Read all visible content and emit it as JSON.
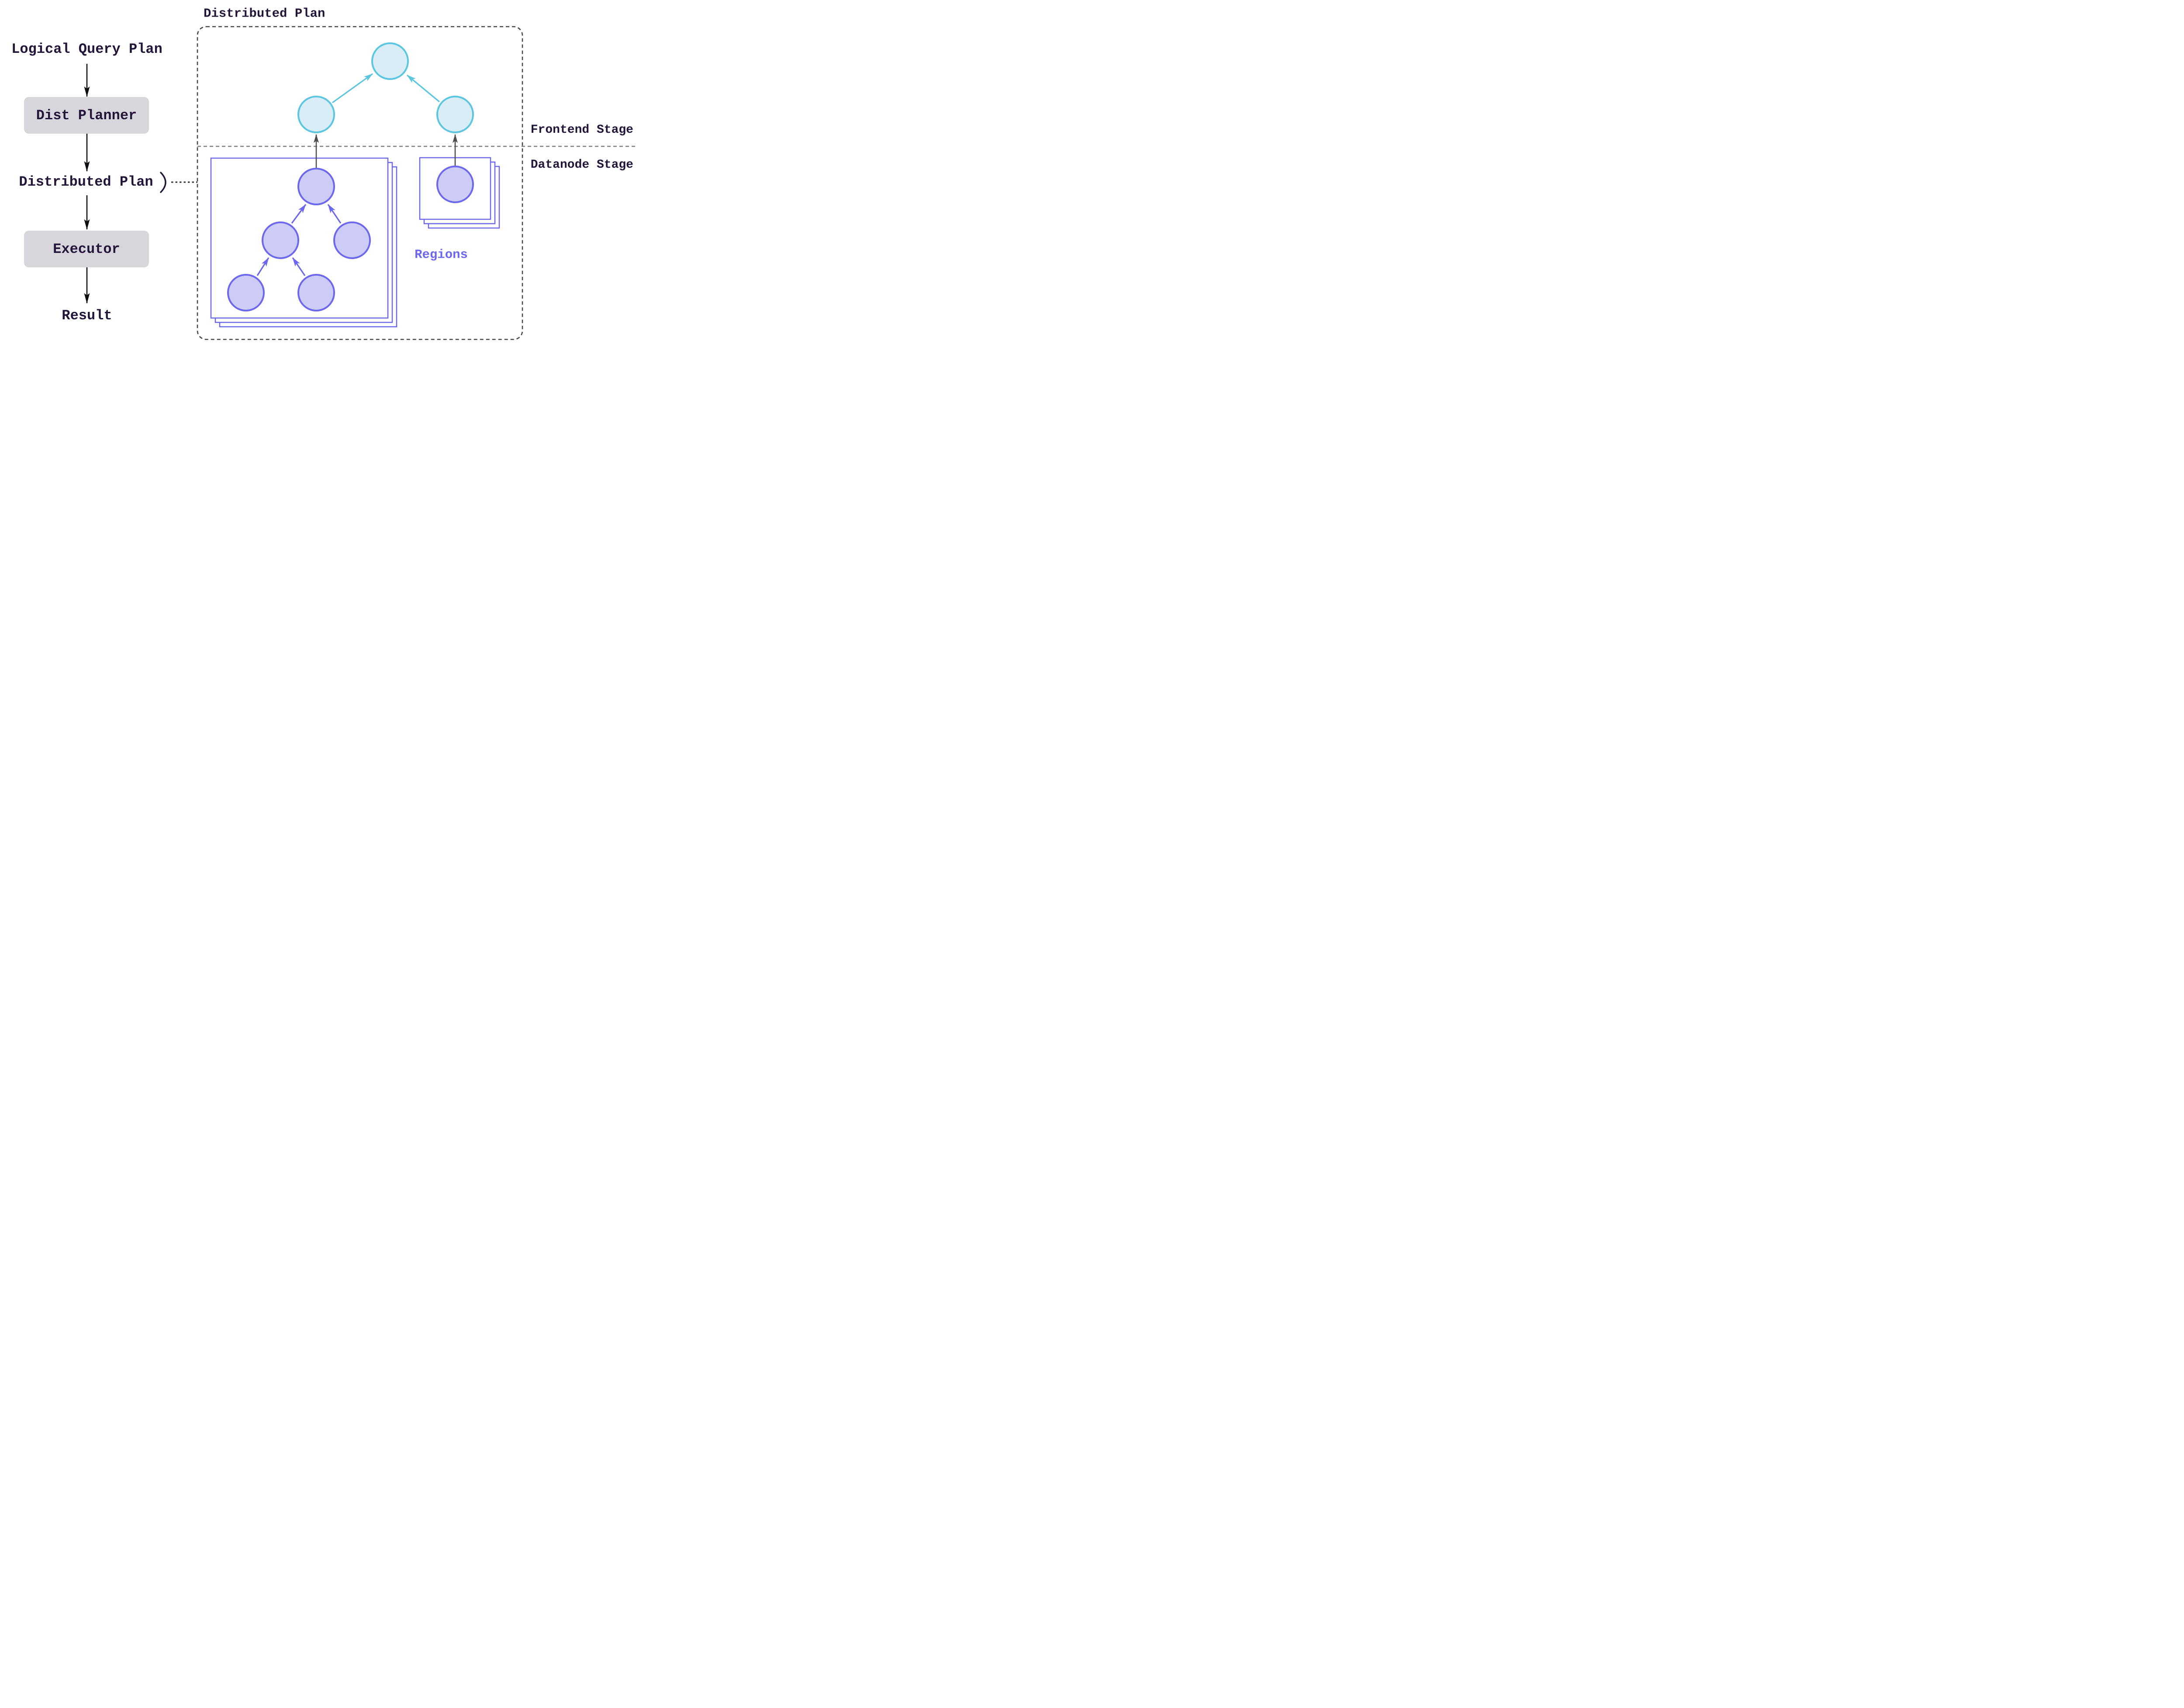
{
  "colors": {
    "text": "#221539",
    "accent_purple": "#6b68ee",
    "purple_fill": "#cdccf7",
    "cyan": "#5cc6e1",
    "cyan_fill": "#d8edf6",
    "gray_box": "#d7d6dc",
    "arrow_black": "#0d0d12",
    "arrow_gray": "#4d4d4d",
    "dash_dark": "#474747",
    "dash_gray": "#7d7d7d"
  },
  "pipeline": {
    "input_label": "Logical Query Plan",
    "planner_label": "Dist Planner",
    "plan_label": "Distributed Plan",
    "executor_label": "Executor",
    "result_label": "Result"
  },
  "distributed_plan": {
    "title": "Distributed Plan",
    "frontend_stage_label": "Frontend Stage",
    "datanode_stage_label": "Datanode Stage",
    "regions_label": "Regions",
    "frontend_node_count": 3,
    "datanode_left_tree_node_count": 5,
    "datanode_right_tree_node_count": 1
  }
}
